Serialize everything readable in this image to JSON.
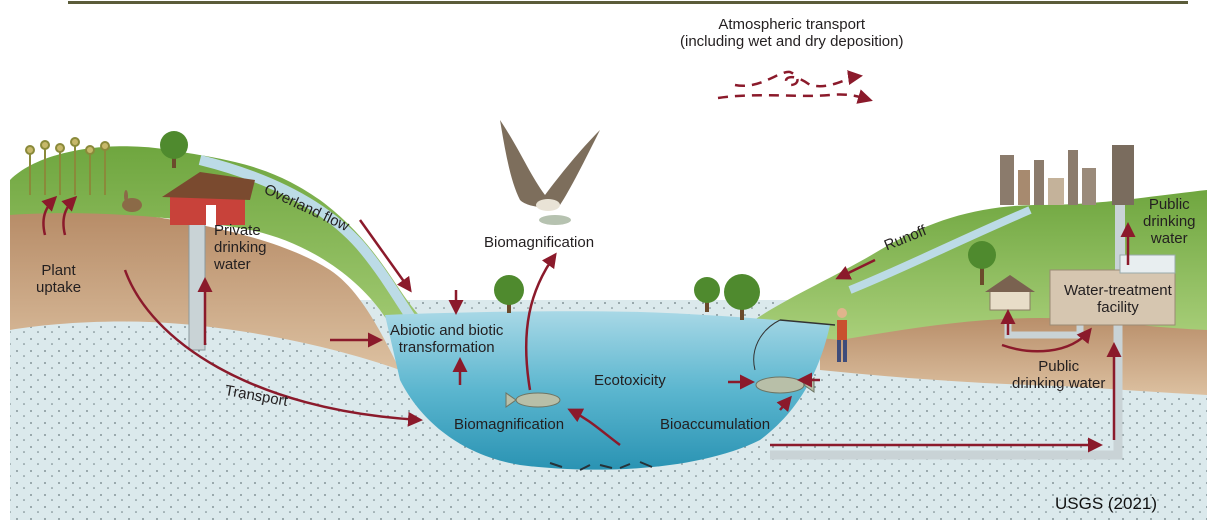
{
  "labels": {
    "atmospheric": [
      "Atmospheric transport",
      "(including wet and dry deposition)"
    ],
    "plant_uptake": [
      "Plant",
      "uptake"
    ],
    "private_water": [
      "Private",
      "drinking",
      "water"
    ],
    "overland_flow": "Overland flow",
    "biomag_top": "Biomagnification",
    "abiotic": [
      "Abiotic and biotic",
      "transformation"
    ],
    "transport": "Transport",
    "ecotoxicity": "Ecotoxicity",
    "biomag_bottom": "Biomagnification",
    "bioaccumulation": "Bioaccumulation",
    "runoff": "Runoff",
    "public_water_right": [
      "Public",
      "drinking",
      "water"
    ],
    "water_treatment": [
      "Water-treatment",
      "facility"
    ],
    "public_water_bottom": [
      "Public",
      "drinking water"
    ]
  },
  "credit": "USGS (2021)",
  "colors": {
    "arrow": "#8b1a2b",
    "top_rule": "#5b5c3a",
    "hill": "#7fb04d",
    "soil": "#c9a27a",
    "groundwater": "#dbe9ec",
    "lake": "#3aa6c0",
    "sky": "#ffffff"
  },
  "icons": [
    "osprey-icon",
    "fish-icon",
    "tree-icon",
    "house-icon",
    "rabbit-icon",
    "city-icon",
    "fisherman-icon",
    "corn-icon",
    "factory-icon"
  ]
}
